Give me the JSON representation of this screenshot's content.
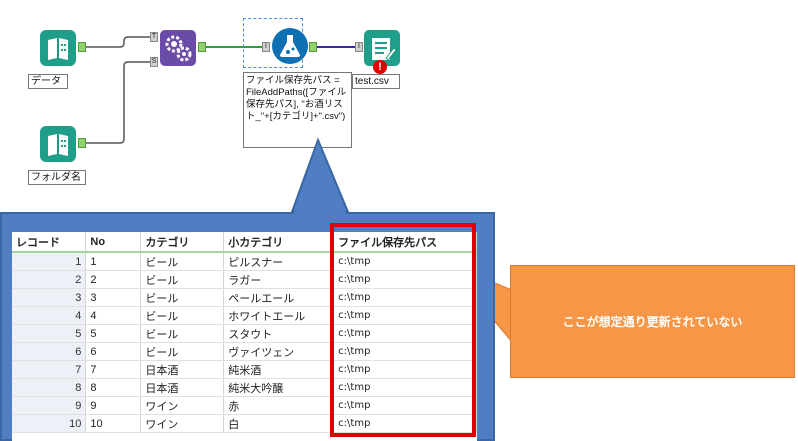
{
  "workflow": {
    "input_data_label": "データ",
    "folder_input_label": "フォルダ名",
    "append_anchor_t": "T",
    "append_anchor_s": "S",
    "formula_input_anchor": "I",
    "output_input_anchor": "I",
    "formula_label": "ファイル保存先パス = FileAddPaths([ファイル保存先パス], \"お酒リスト_\"+[カテゴリ]+\".csv\")",
    "output_label": "test.csv",
    "error_badge": "!"
  },
  "results": {
    "columns": [
      "レコード",
      "No",
      "カテゴリ",
      "小カテゴリ",
      "ファイル保存先パス"
    ],
    "rows": [
      [
        "1",
        "1",
        "ビール",
        "ピルスナー",
        "c:\\tmp"
      ],
      [
        "2",
        "2",
        "ビール",
        "ラガー",
        "c:\\tmp"
      ],
      [
        "3",
        "3",
        "ビール",
        "ペールエール",
        "c:\\tmp"
      ],
      [
        "4",
        "4",
        "ビール",
        "ホワイトエール",
        "c:\\tmp"
      ],
      [
        "5",
        "5",
        "ビール",
        "スタウト",
        "c:\\tmp"
      ],
      [
        "6",
        "6",
        "ビール",
        "ヴァイツェン",
        "c:\\tmp"
      ],
      [
        "7",
        "7",
        "日本酒",
        "純米酒",
        "c:\\tmp"
      ],
      [
        "8",
        "8",
        "日本酒",
        "純米大吟醸",
        "c:\\tmp"
      ],
      [
        "9",
        "9",
        "ワイン",
        "赤",
        "c:\\tmp"
      ],
      [
        "10",
        "10",
        "ワイン",
        "白",
        "c:\\tmp"
      ]
    ]
  },
  "callout": {
    "text": "ここが想定通り更新されていない"
  },
  "colors": {
    "highlight_border": "#e00000",
    "callout_fill": "#f79646",
    "panel_fill": "#4f7ec2"
  }
}
